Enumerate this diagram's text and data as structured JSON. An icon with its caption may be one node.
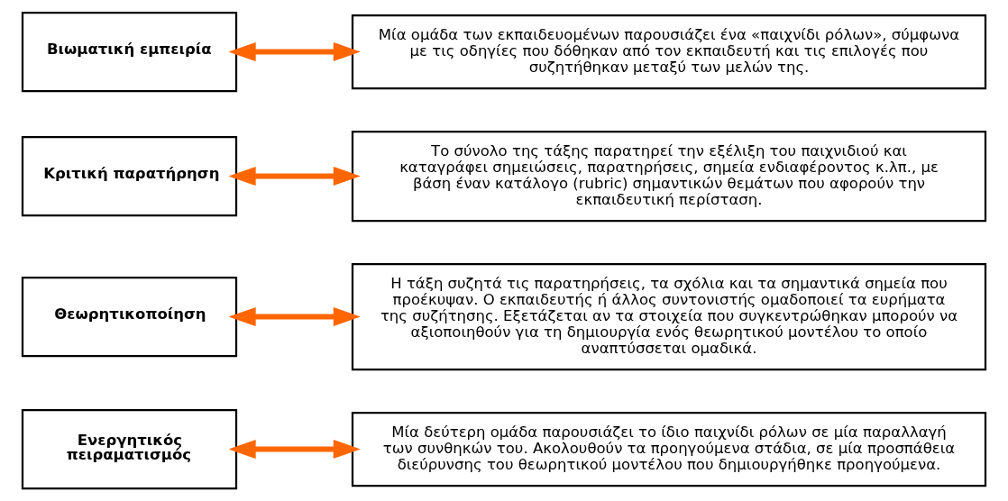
{
  "diagram": {
    "nodes": [
      {
        "text": [
          "Βιωματική εμπειρία"
        ]
      },
      {
        "text": [
          "Μία ομάδα των εκπαιδευομένων παρουσιάζει ένα «παιχνίδι ρόλων», σύμφωνα με τις οδηγίες που δόθηκαν από τον εκπαιδευτή και τις επιλογές που συζητήθηκαν μεταξύ των μελών της."
        ]
      },
      {
        "text": [
          "Κριτική παρατήρηση"
        ]
      },
      {
        "text": [
          "Το σύνολο της τάξης παρατηρεί την εξέλιξη του παιχνιδιού και καταγράφει σημειώσεις, παρατηρήσεις, σημεία ενδιαφέροντος κ.λπ., με βάση έναν κατάλογο (rubric) σημαντικών θεμάτων που αφορούν την εκπαιδευτική περίσταση."
        ]
      },
      {
        "text": [
          "Θεωρητικοποίηση"
        ]
      },
      {
        "text": [
          "Η τάξη συζητά τις παρατηρήσεις, τα σχόλια και τα σημαντικά σημεία που προέκυψαν. Ο εκπαιδευτής ή άλλος συντονιστής ομαδοποιεί τα ευρήματα της συζήτησης. Εξετάζεται αν τα στοιχεία που συγκεντρώθηκαν μπορούν να αξιοποιηθούν για τη δημιουργία ενός θεωρητικού μοντέλου το οποίο αναπτύσσεται ομαδικά."
        ]
      },
      {
        "text": [
          "Ενεργητικός πειραματισμός"
        ]
      },
      {
        "text": [
          "Μία δεύτερη ομάδα παρουσιάζει το ίδιο παιχνίδι ρόλων σε μία παραλλαγή των συνθηκών του. Ακολουθούν τα προηγούμενα στάδια, σε μία προσπάθεια διεύρυνσης του θεωρητικού μοντέλου που δημιουργήθηκε προηγούμενα."
        ]
      }
    ],
    "edges": [
      {
        "from": 0,
        "to": 1,
        "arrow": "both"
      },
      {
        "from": 2,
        "to": 3,
        "arrow": "both"
      },
      {
        "from": 4,
        "to": 5,
        "arrow": "both"
      },
      {
        "from": 6,
        "to": 7,
        "arrow": "both"
      }
    ]
  }
}
